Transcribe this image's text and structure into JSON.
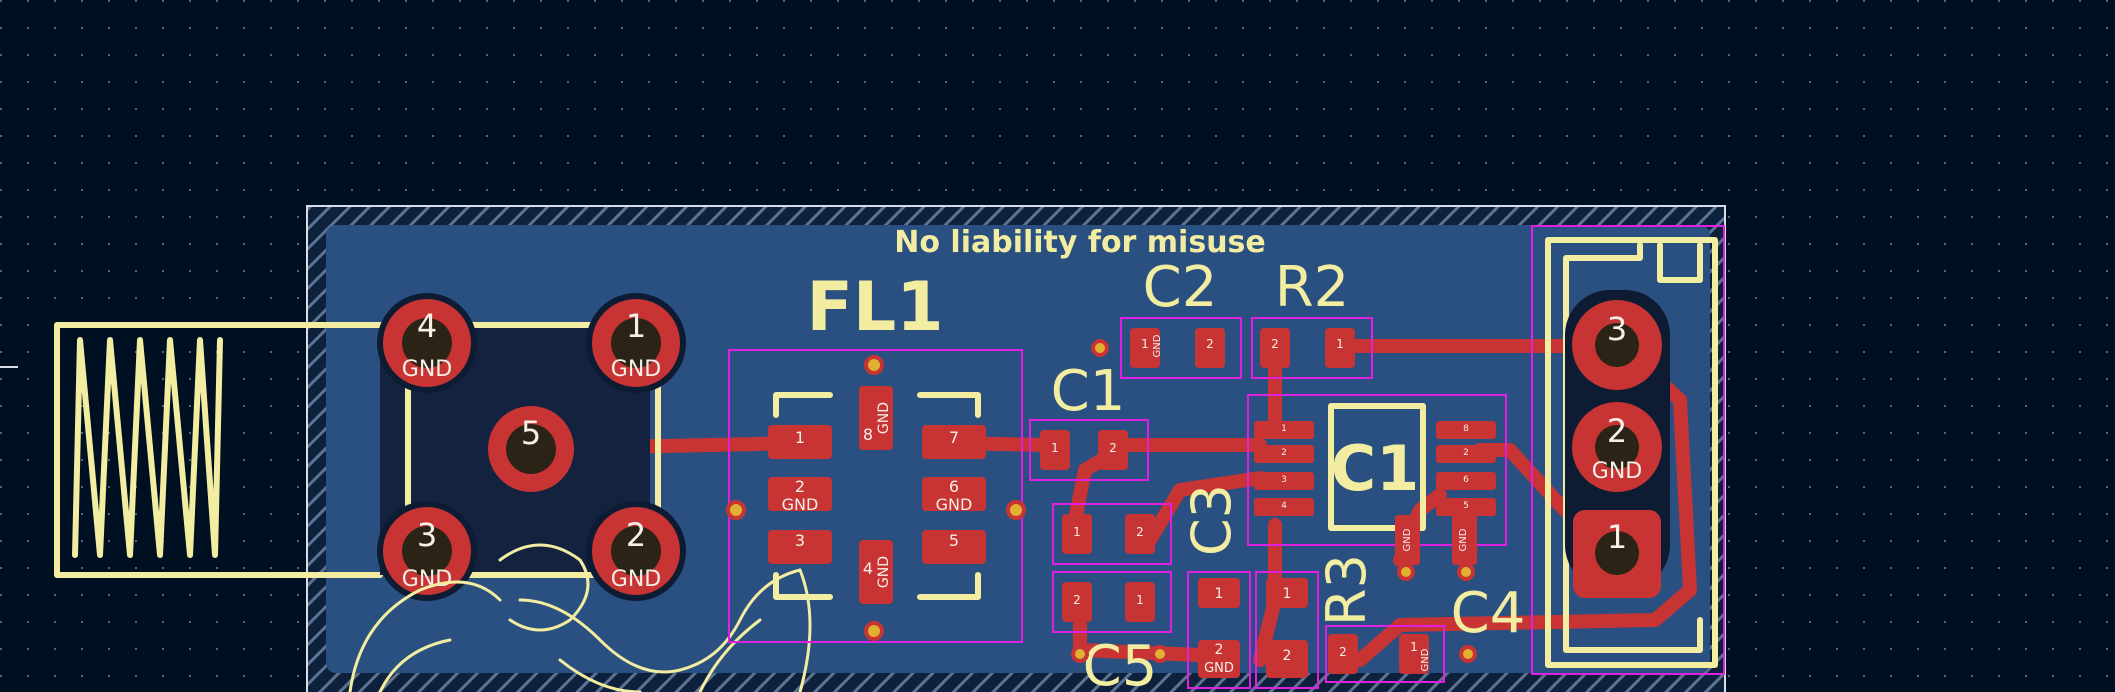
{
  "board": {
    "notice": "No liability for misuse"
  },
  "components": {
    "fl1": {
      "ref": "FL1",
      "pins": [
        "1",
        "2",
        "3",
        "4",
        "5",
        "6",
        "7",
        "8"
      ],
      "gnd": "GND"
    },
    "c1_ref": "C1",
    "c2_ref": "C2",
    "c3_ref": "C3",
    "c4_ref": "C4",
    "c5_ref": "C5",
    "r2_ref": "R2",
    "r3_ref": "R3",
    "u1_ref": "C1"
  },
  "connector_left": {
    "pins": [
      {
        "num": "4",
        "net": "GND"
      },
      {
        "num": "1",
        "net": "GND"
      },
      {
        "num": "5",
        "net": ""
      },
      {
        "num": "3",
        "net": "GND"
      },
      {
        "num": "2",
        "net": "GND"
      }
    ]
  },
  "connector_right": {
    "pins": [
      {
        "num": "3",
        "net": ""
      },
      {
        "num": "2",
        "net": "GND"
      },
      {
        "num": "1",
        "net": ""
      }
    ]
  },
  "pad_labels": {
    "one": "1",
    "two": "2",
    "three": "3",
    "four": "4",
    "five": "5",
    "six": "6",
    "eight": "8",
    "gnd": "GND"
  },
  "colors": {
    "background": "#001023",
    "board_fill": "#2a5082",
    "copper": "#c83434",
    "silkscreen": "#f2eda1",
    "courtyard": "#e020e0"
  }
}
